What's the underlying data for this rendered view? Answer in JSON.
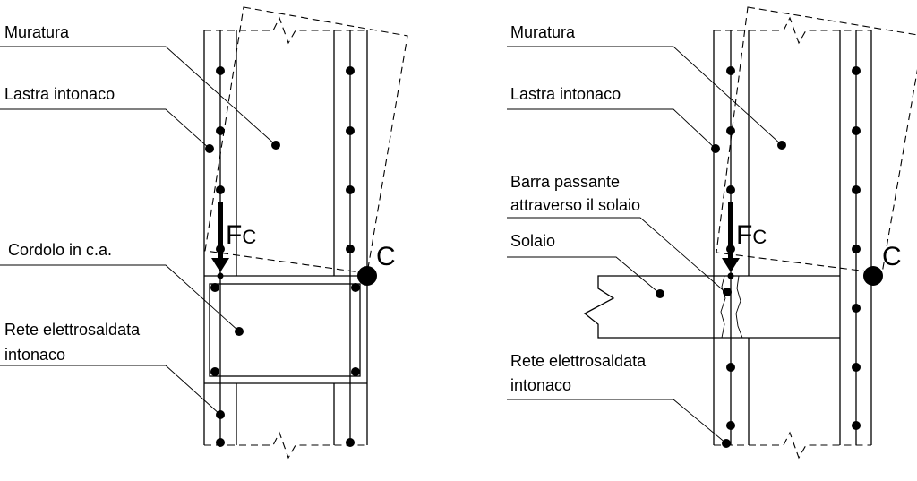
{
  "left_detail": {
    "labels": {
      "muratura": "Muratura",
      "lastra": "Lastra intonaco",
      "cordolo": "Cordolo in c.a.",
      "rete_line1": "Rete elettrosaldata",
      "rete_line2": "intonaco"
    },
    "force_label": "F",
    "force_subscript": "C",
    "pivot_label": "C"
  },
  "right_detail": {
    "labels": {
      "muratura": "Muratura",
      "lastra": "Lastra intonaco",
      "barra_line1": "Barra passante",
      "barra_line2": "attraverso il solaio",
      "solaio": "Solaio",
      "rete_line1": "Rete elettrosaldata",
      "rete_line2": "intonaco"
    },
    "force_label": "F",
    "force_subscript": "C",
    "pivot_label": "C"
  }
}
